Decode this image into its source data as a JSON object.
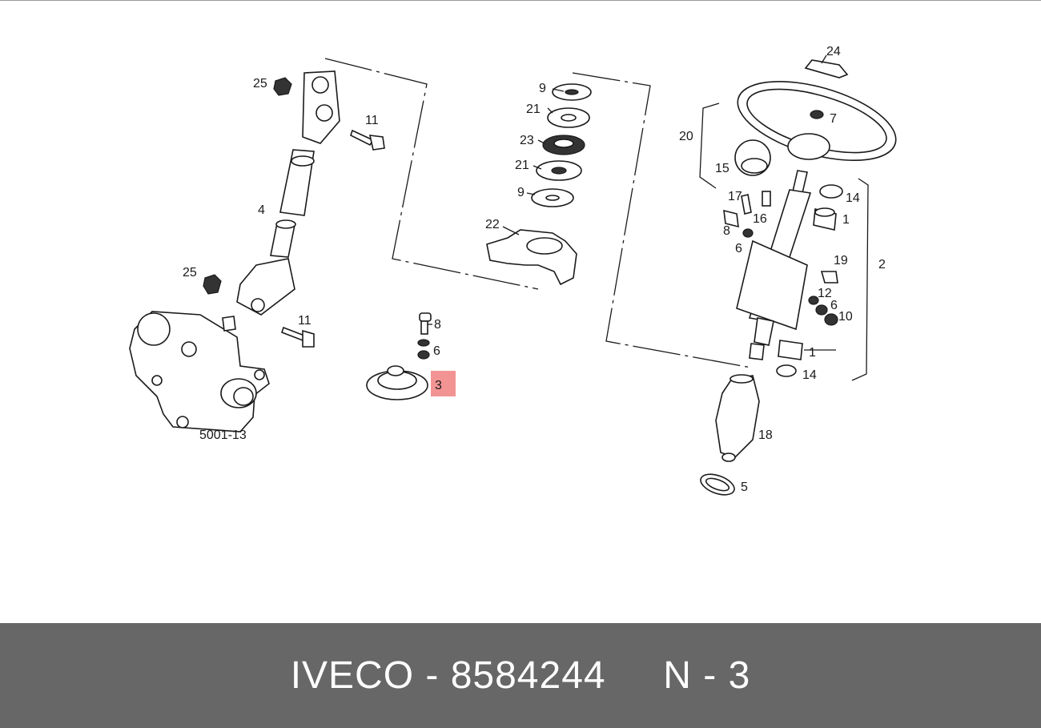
{
  "diagram": {
    "labels": {
      "l25a": "25",
      "l11a": "11",
      "l4": "4",
      "l25b": "25",
      "l11b": "11",
      "l8a": "8",
      "l6a": "6",
      "l3": "3",
      "assembly": "5001-13",
      "l9a": "9",
      "l21a": "21",
      "l23": "23",
      "l21b": "21",
      "l9b": "9",
      "l22": "22",
      "l24": "24",
      "l7": "7",
      "l20": "20",
      "l15": "15",
      "l17": "17",
      "l16": "16",
      "l8b": "8",
      "l6b": "6",
      "l14a": "14",
      "l1a": "1",
      "l2": "2",
      "l19": "19",
      "l12": "12",
      "l6c": "6",
      "l10": "10",
      "l1b": "1",
      "l14b": "14",
      "l18": "18",
      "l5": "5"
    },
    "highlight_color": "#f29494"
  },
  "footer": {
    "brand": "IVECO",
    "separator": " - ",
    "part_number": "8584244",
    "gap": "     ",
    "callout": "N - 3",
    "background": "#676767"
  }
}
